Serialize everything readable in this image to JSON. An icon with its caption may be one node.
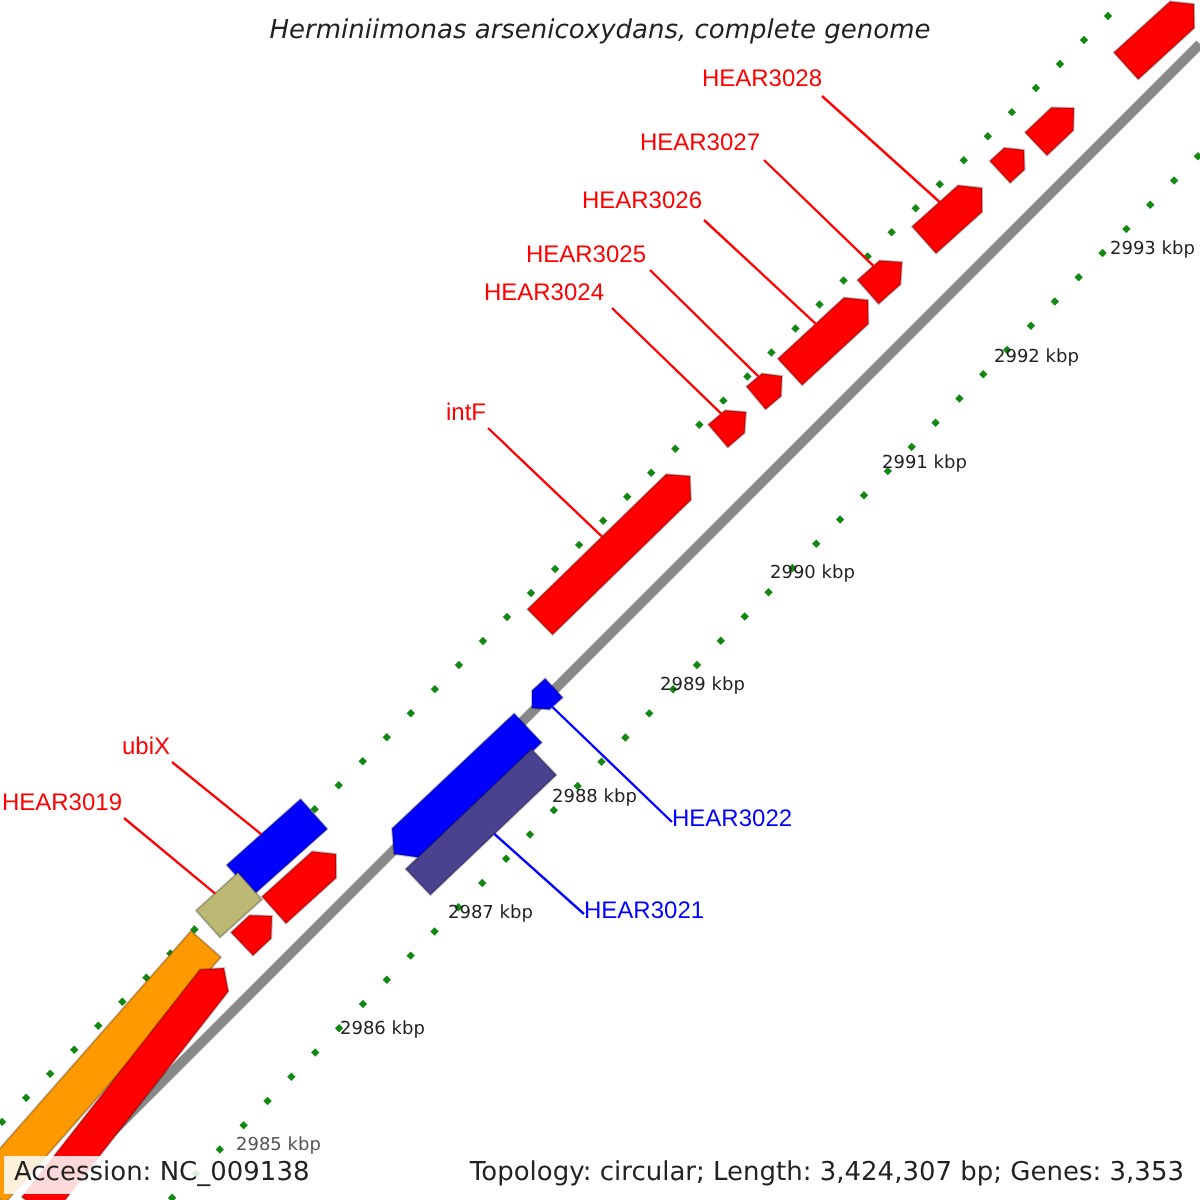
{
  "diagram": {
    "title": "Herminiimonas arsenicoxydans, complete genome",
    "nodes": [
      {
        "text": [],
        "shape": "arrow"
      },
      {
        "text": [],
        "shape": "arrow"
      },
      {
        "text": [],
        "shape": "arrow"
      },
      {
        "text": [
          "HEAR3028"
        ]
      },
      {
        "text": [
          "HEAR3027"
        ]
      },
      {
        "text": [],
        "shape": "arrow"
      },
      {
        "text": [],
        "shape": "arrow"
      },
      {
        "text": [
          "HEAR3026"
        ]
      },
      {
        "text": [],
        "shape": "arrow"
      },
      {
        "text": [
          "HEAR3025"
        ]
      },
      {
        "text": [],
        "shape": "arrow"
      },
      {
        "text": [
          "HEAR3024"
        ]
      },
      {
        "text": [],
        "shape": "arrow"
      },
      {
        "text": [
          "intF"
        ]
      },
      {
        "text": [],
        "shape": "arrow"
      },
      {
        "text": [],
        "shape": "arrow"
      },
      {
        "text": [],
        "shape": "arrow"
      },
      {
        "text": [],
        "shape": "bar"
      },
      {
        "text": [
          "ubiX"
        ]
      },
      {
        "text": [],
        "shape": "bar"
      },
      {
        "text": [
          "HEAR3022"
        ]
      },
      {
        "text": [
          "HEAR3019"
        ]
      },
      {
        "text": [],
        "shape": "bar"
      },
      {
        "text": [],
        "shape": "arrow"
      },
      {
        "text": [],
        "shape": "arrow"
      },
      {
        "text": [
          "HEAR3021"
        ]
      },
      {
        "text": [],
        "shape": "bar"
      },
      {
        "text": [],
        "shape": "arrow"
      }
    ],
    "edges": [
      {
        "from": 3,
        "to": 5,
        "arrow": "none"
      },
      {
        "from": 4,
        "to": 6,
        "arrow": "none"
      },
      {
        "from": 7,
        "to": 8,
        "arrow": "none"
      },
      {
        "from": 9,
        "to": 10,
        "arrow": "none"
      },
      {
        "from": 11,
        "to": 12,
        "arrow": "none"
      },
      {
        "from": 13,
        "to": 14,
        "arrow": "none"
      },
      {
        "from": 18,
        "to": 19,
        "arrow": "none"
      },
      {
        "from": 20,
        "to": 15,
        "arrow": "none",
        "color": "#0000ff"
      },
      {
        "from": 21,
        "to": 22,
        "arrow": "none"
      },
      {
        "from": 25,
        "to": 17,
        "arrow": "none",
        "color": "#0000ff"
      }
    ],
    "labels": [
      "2993 kbp",
      "2992 kbp",
      "2991 kbp",
      "2990 kbp",
      "2989 kbp",
      "2988 kbp",
      "2987 kbp",
      "2986 kbp",
      "2985 kbp",
      "Accession: NC_009138",
      "Topology: circular; Length: 3,424,307 bp; Genes: 3,353"
    ]
  }
}
